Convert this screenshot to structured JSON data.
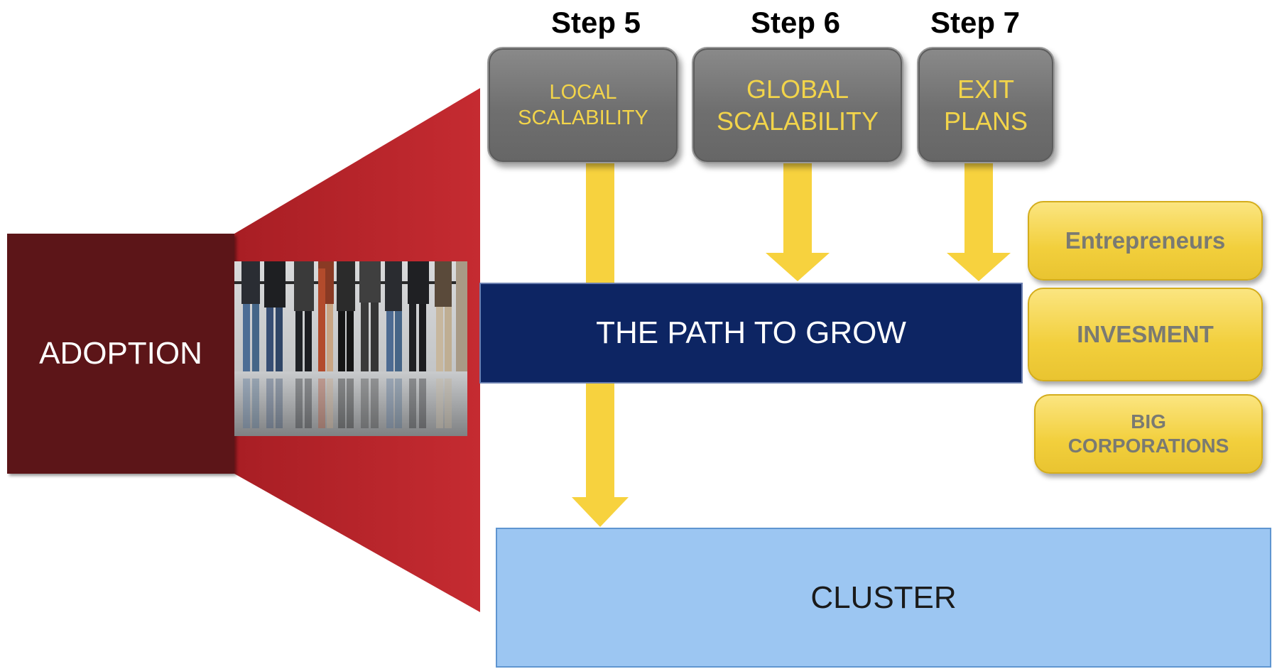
{
  "steps": [
    {
      "step": "Step 5",
      "box": "LOCAL\nSCALABILITY"
    },
    {
      "step": "Step 6",
      "box": "GLOBAL\nSCALABILITY"
    },
    {
      "step": "Step 7",
      "box": "EXIT\nPLANS"
    }
  ],
  "adoption": "ADOPTION",
  "path": "THE PATH TO GROW",
  "cluster": "CLUSTER",
  "side_boxes": [
    "Entrepreneurs",
    "INVESMENT",
    "BIG\nCORPORATIONS"
  ],
  "colors": {
    "funnel_red": "#c1272d",
    "adoption_maroon": "#5c1518",
    "path_navy": "#0d2563",
    "cluster_blue": "#9cc6f2",
    "arrow_yellow": "#f7d23e",
    "step_box_gray": "#767676",
    "step_box_text": "#f2d44a",
    "side_box_yellow": "#f2cf3c"
  }
}
